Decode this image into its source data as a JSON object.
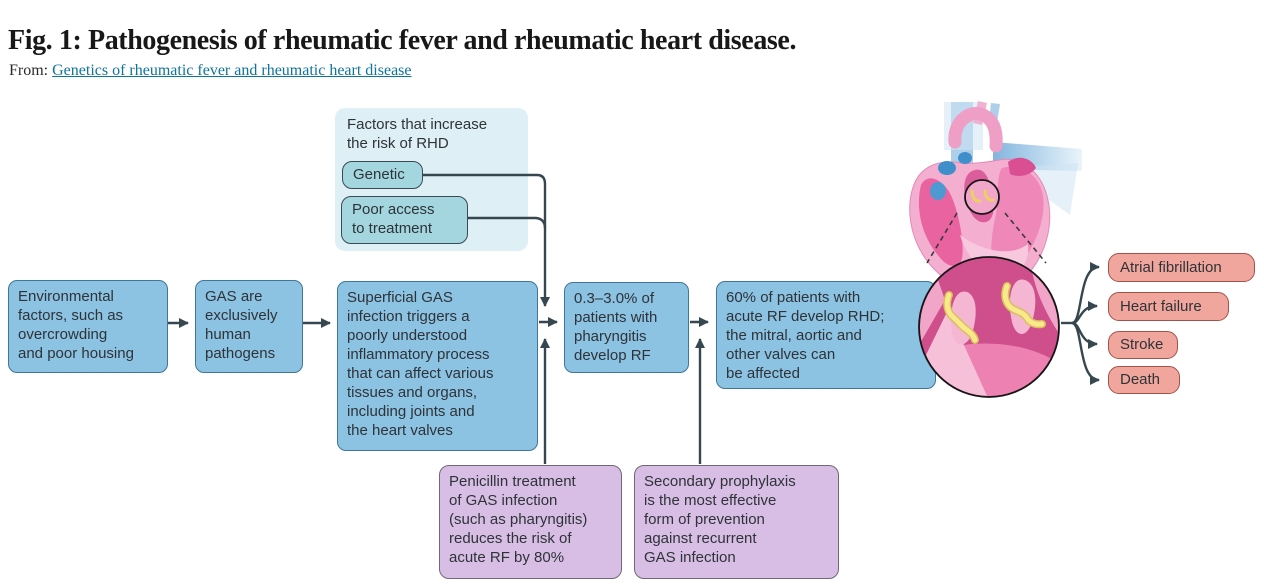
{
  "header": {
    "figure_label": "Fig. 1: Pathogenesis of rheumatic fever and rheumatic heart disease.",
    "from_label": "From:",
    "source_link_text": "Genetics of rheumatic fever and rheumatic heart disease"
  },
  "flowchart": {
    "risk_panel": {
      "title": "Factors that increase\nthe risk of RHD",
      "items": [
        {
          "label": "Genetic"
        },
        {
          "label": "Poor access\nto treatment"
        }
      ]
    },
    "main_boxes": [
      {
        "text": "Environmental\nfactors, such as\novercrowding\nand poor housing"
      },
      {
        "text": "GAS are\nexclusively\nhuman\npathogens"
      },
      {
        "text": "Superficial GAS\ninfection triggers a\npoorly understood\ninflammatory process\nthat can affect various\ntissues and organs,\nincluding joints and\nthe heart valves"
      },
      {
        "text": "0.3–3.0% of\npatients with\npharyngitis\ndevelop RF"
      },
      {
        "text": "60% of patients with\nacute RF develop RHD;\nthe mitral, aortic and\nother valves can\nbe affected"
      }
    ],
    "prevention_boxes": [
      {
        "text": "Penicillin treatment\nof GAS infection\n(such as pharyngitis)\nreduces the risk of\nacute RF by 80%"
      },
      {
        "text": "Secondary prophylaxis\nis the most effective\nform of prevention\nagainst recurrent\nGAS infection"
      }
    ],
    "outcomes": [
      {
        "label": "Atrial fibrillation"
      },
      {
        "label": "Heart failure"
      },
      {
        "label": "Stroke"
      },
      {
        "label": "Death"
      }
    ],
    "illustration": {
      "heart_icon": "heart-cross-section-illustration",
      "magnifier_icon": "damaged-valve-magnified-circle"
    }
  },
  "colors": {
    "flow_box_fill": "#8cc2e2",
    "flow_box_border": "#41769a",
    "risk_panel_fill": "#def0f6",
    "risk_item_fill": "#a3d6de",
    "prevention_fill": "#d8bee5",
    "outcome_fill": "#f1a69d",
    "arrow": "#37474f",
    "link": "#0e749b"
  }
}
